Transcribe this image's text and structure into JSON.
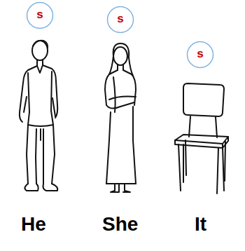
{
  "diagram": {
    "nodes": [
      {
        "text": [
          "s"
        ]
      },
      {
        "text": [
          "s"
        ]
      },
      {
        "text": [
          "s"
        ]
      }
    ],
    "labels": [
      "He",
      "She",
      "It"
    ]
  }
}
